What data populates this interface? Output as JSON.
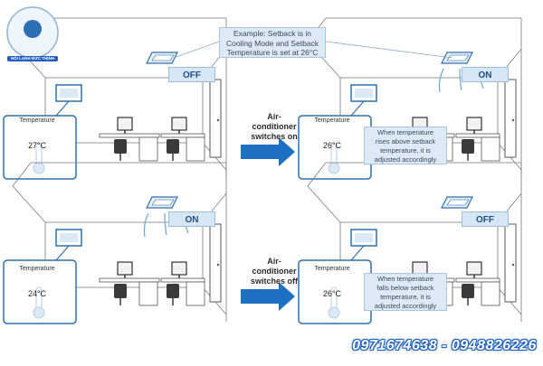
{
  "example_note": {
    "lines": [
      "Example: Setback is in",
      "Cooling Mode and Setback",
      "Temperature is set at 26°C"
    ]
  },
  "logo": {
    "text": "NỘI LẠNH ĐỨC THỊNH"
  },
  "panels": [
    {
      "id": "top-left",
      "thermo_label": "Temperature",
      "temperature": "27°C",
      "status": "",
      "airflow": false
    },
    {
      "id": "top-right",
      "thermo_label": "Temperature",
      "temperature": "26°C",
      "status": "ON",
      "airflow": true,
      "note_lines": [
        "When temperature",
        "rises above setback",
        "temperature, it is",
        "adjusted accordingly"
      ]
    },
    {
      "id": "bottom-left",
      "thermo_label": "Temperature",
      "temperature": "24°C",
      "status": "ON",
      "airflow": true
    },
    {
      "id": "bottom-right",
      "thermo_label": "Temperature",
      "temperature": "26°C",
      "status": "OFF",
      "airflow": false,
      "note_lines": [
        "When temperature",
        "falls below setback",
        "temperature, it is",
        "adjusted accordingly"
      ]
    }
  ],
  "top_left_status": "OFF",
  "arrows": [
    {
      "lines": [
        "Air-",
        "conditioner",
        "switches on"
      ]
    },
    {
      "lines": [
        "Air-",
        "conditioner",
        "switches off"
      ]
    }
  ],
  "phone": "0971674638 - 0948826226",
  "colors": {
    "arrow": "#1f6fc2",
    "line": "#7a7a7a",
    "callout_bg": "#dde9f5",
    "badge_text": "#1f4f8a"
  }
}
